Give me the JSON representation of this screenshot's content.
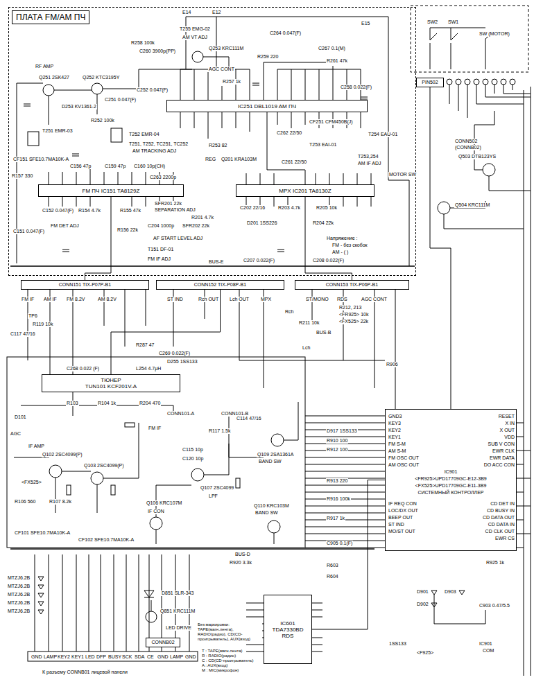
{
  "diagram": {
    "nodes": [
      {
        "text": [
          "ПЛАТА FM/AM ПЧ"
        ]
      },
      {
        "text": [
          "IC251 DBL1019 AM ПЧ"
        ],
        "in": 0
      },
      {
        "text": [
          "FM ПЧ IC151 TA8129Z"
        ],
        "in": 0
      },
      {
        "text": [
          "MPX IC201 TA8130Z"
        ],
        "in": 0
      },
      {
        "text": [
          "CONN151 TIX-P07P-B1"
        ]
      },
      {
        "text": [
          "CONN152 TIX-P08P-B1"
        ]
      },
      {
        "text": [
          "CONN153 TIX-P06P-B1"
        ]
      },
      {
        "text": [
          "ТЮНЕР",
          "TUN101 KCF201V-A"
        ]
      },
      {
        "text": [
          "IC901",
          "<FR925>UPD17709GC-E12-3B9",
          "<FX525>UPD17709GC-E11-3B9",
          "СИСТЕМНЫЙ КОНТРОЛЛЕР",
          "GND3",
          "KEY3",
          "KEY2",
          "KEY1",
          "FM S-M",
          "AM S-M",
          "FM OSC OUT",
          "AM OSC OUT",
          "RESET",
          "X IN",
          "X OUT",
          "VDD",
          "SUB V CON",
          "EWR CLK",
          "EWR DATA",
          "DO ACC CON",
          "IF REQ CON",
          "LOC/DX OUT",
          "BEEP OUT",
          "ST IND",
          "MO/ST OUT",
          "CD DET IN",
          "CD BUSY IN",
          "CD DATA OUT",
          "CD DATA IN",
          "CD CLK OUT",
          "EWR CS"
        ]
      },
      {
        "text": [
          "IC601",
          "TDA7330BD",
          "RDS"
        ]
      },
      {
        "text": [
          "CONNB02"
        ]
      },
      {
        "text": [
          "PIN502"
        ]
      }
    ],
    "edges": [
      {
        "from": 2,
        "to": 4,
        "arrow": "none"
      },
      {
        "from": 3,
        "to": 6,
        "arrow": "none"
      },
      {
        "from": 1,
        "to": 3,
        "arrow": "none"
      },
      {
        "from": 5,
        "to": 7,
        "arrow": "none"
      },
      {
        "from": 9,
        "to": 8,
        "arrow": "none"
      },
      {
        "from": 11,
        "to": 8,
        "arrow": "none"
      }
    ],
    "labels": [
      "RF AMP",
      "R258 100k",
      "C260 3900p(PP)",
      "T255 EMG-02",
      "AM VT ADJ",
      "Q253 KRC111M",
      "AGC CONT",
      "E14",
      "E12",
      "E15",
      "C264 0.047(F)",
      "R259 220",
      "C267 0.1(M)",
      "R261 47k",
      "C258 0.022(F)",
      "R257 1k",
      "Q251 2SK427",
      "Q252 KTC3195Y",
      "D253 KV1361-2",
      "C251 0.047(F)",
      "C252 0.047(F)",
      "T251 EMR-03",
      "R252 100k",
      "T252 EMR-04",
      "T251, T252, TC251, TC252",
      "AM TRACKING ADJ",
      "CF251 CFM450B(J)",
      "T254 EAU-01",
      "T253 EAI-01",
      "C262 22/50",
      "R253 82",
      "CF151 SFE10.7MA10K-A",
      "C156 47p",
      "C159 47p",
      "C160 10p(CH)",
      "R157 330",
      "REG",
      "Q201 KRA103M",
      "C261 22/50",
      "T253,254",
      "AM IF ADJ",
      "C263 2200p",
      "SFR201 22k",
      "SEPARATION ADJ",
      "R201 4.7k",
      "C204 1000p",
      "SFR202 22k",
      "AF START LEVEL ADJ",
      "T151 DF-01",
      "FM IF ADJ",
      "R156 22k",
      "C152 0.047(F)",
      "R154 4.7k",
      "R155 47k",
      "C151 0.047(F)",
      "FM DET ADJ",
      "Напряжение :",
      "FM - без скобок",
      "AM - ( )",
      "BUS-E",
      "C207 0.022(F)",
      "C208 0.022(F)",
      "C202 22/16",
      "R203 4.7k",
      "R205 10k",
      "D201 1SS226",
      "R204 22k",
      "FM IF",
      "AM IF",
      "FM 8.2V",
      "AM 8.2V",
      "ST IND",
      "Rch OUT",
      "Lch OUT",
      "MPX",
      "ST/MONO",
      "RDS",
      "AGC CONT",
      "TP6",
      "R119 10k",
      "C117 47/16",
      "R212, 213",
      "<FR925> 10k",
      "<FX525> 22k",
      "Rch",
      "R211 10k",
      "BUS-B",
      "Lch",
      "R906",
      "R287 47",
      "C269 0.022(F)",
      "D255 1SS133",
      "C268 0.022 (F)",
      "L254 4.7μH",
      "R103",
      "R104 1k",
      "R204 470",
      "CONN101-A",
      "CONN101-B",
      "D101",
      "AGC",
      "IF AMP",
      "Q102 2SC4099(P)",
      "Q103 2SC4099(P)",
      "<FX525>",
      "R106 560",
      "R107 8.2k",
      "CF101 SFE10.7MA10K-A",
      "CF102 SFE10.7MA10K-A",
      "FM IF",
      "R117 1.5k",
      "C115 10p",
      "C120 10p",
      "Q107 2SC4099",
      "LPF",
      "Q106 KRC107M",
      "IF CON",
      "Q109 2SA1361A",
      "BAND SW",
      "Q110 KRC103M",
      "BAND SW",
      "C114 47/16",
      "BUS-D",
      "R920 3.3k",
      "D917 1SS133",
      "R910 100",
      "R912 100",
      "R913 220",
      "R916 100k",
      "R917 1k",
      "C905 0.1(F)",
      "R603",
      "R604",
      "MTZJ6.2B",
      "MTZJ6.2B",
      "MTZJ6.2B",
      "MTZJ6.2B",
      "MTZJ6.2B",
      "D851 SLR-343",
      "Q851 KRC111M",
      "LED DRIVE",
      "GND",
      "LAMP",
      "KEY2",
      "KEY1",
      "LED",
      "DFP",
      "BUSY",
      "SCK",
      "SDA",
      "CE",
      "GND",
      "LAMP",
      "GND",
      "К разъему CONNB01 лицевой панели",
      "Без маркировки: TAPE(магн.лента), RADIO(радио), CD(CD-проигрыватель), AUX(вход)",
      "T : TAPE(магн.лента)",
      "R : RADIO(радио)",
      "C : CD(CD-проигрыватель)",
      "A : AUX(вход)",
      "M : MIC(микрофон)",
      "R925 1k",
      "D901",
      "D902",
      "D903",
      "C903 0.47/5.5",
      "1SS133",
      "<F925>",
      "IC901",
      "COM",
      "SW2",
      "SW1",
      "SW (MOTOR)",
      "CONN502",
      "(CONNB02)",
      "Q503 DTB123YS",
      "MOTOR SW",
      "Q504 KRC111M"
    ]
  }
}
